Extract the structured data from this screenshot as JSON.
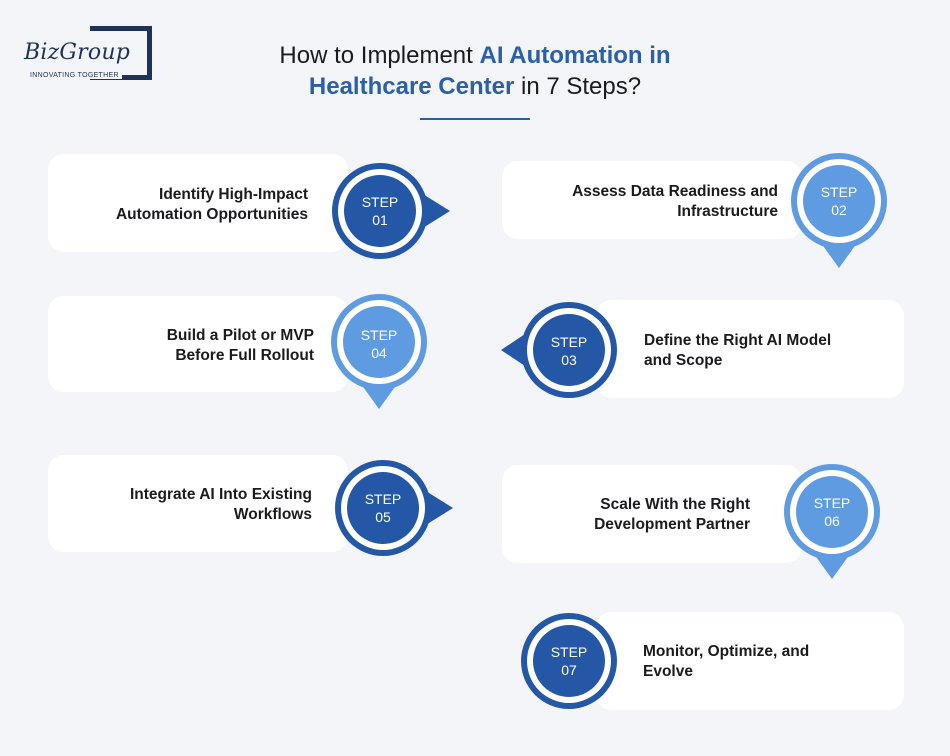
{
  "logo": {
    "name": "BizGroup",
    "tagline": "INNOVATING TOGETHER"
  },
  "title": {
    "part1": "How to Implement ",
    "highlight1": "AI Automation in",
    "highlight2": "Healthcare Center",
    "part2": " in 7 Steps?"
  },
  "steps": [
    {
      "word": "STEP",
      "number": "01",
      "line1": "Identify High-Impact",
      "line2": "Automation Opportunities"
    },
    {
      "word": "STEP",
      "number": "02",
      "line1": "Assess Data Readiness and",
      "line2": "Infrastructure"
    },
    {
      "word": "STEP",
      "number": "03",
      "line1": "Define the Right AI Model",
      "line2": "and Scope"
    },
    {
      "word": "STEP",
      "number": "04",
      "line1": "Build a Pilot or MVP",
      "line2": "Before Full Rollout"
    },
    {
      "word": "STEP",
      "number": "05",
      "line1": "Integrate AI Into Existing",
      "line2": "Workflows"
    },
    {
      "word": "STEP",
      "number": "06",
      "line1": "Scale With the Right",
      "line2": "Development Partner"
    },
    {
      "word": "STEP",
      "number": "07",
      "line1": "Monitor, Optimize, and",
      "line2": "Evolve"
    }
  ],
  "colors": {
    "dark": "#2458a6",
    "light": "#5f9be0",
    "accent": "#2b5fa8",
    "background": "#f3f5f9"
  }
}
